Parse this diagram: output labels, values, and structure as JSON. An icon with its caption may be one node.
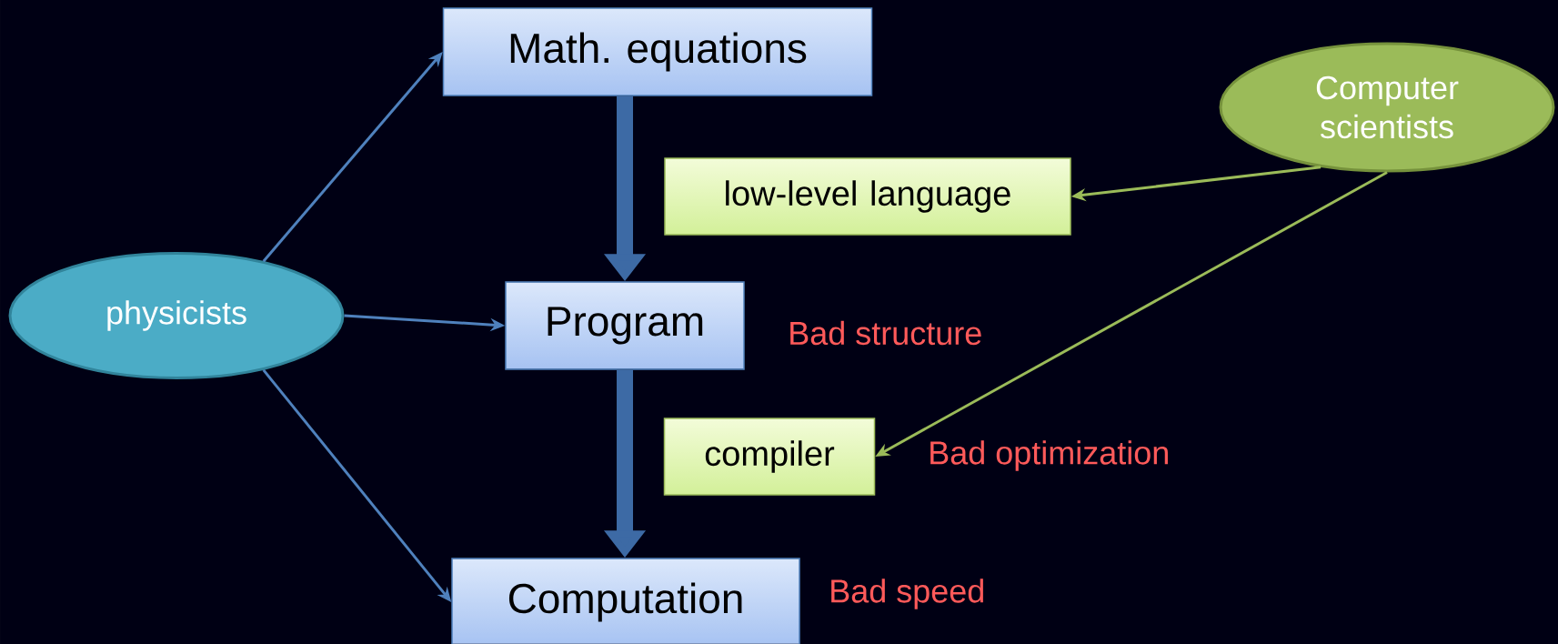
{
  "diagram": {
    "nodes": [
      {
        "text": [
          "physicists"
        ]
      },
      {
        "text": [
          "Math. equations"
        ]
      },
      {
        "text": [
          "Computer scientists"
        ]
      },
      {
        "text": [
          "low-level language"
        ]
      },
      {
        "text": [
          "Program"
        ]
      },
      {
        "text": [
          "compiler"
        ]
      },
      {
        "text": [
          "Computation"
        ]
      }
    ],
    "edges": [
      {
        "from": 0,
        "to": 1,
        "arrow": "to"
      },
      {
        "from": 0,
        "to": 4,
        "arrow": "to"
      },
      {
        "from": 0,
        "to": 6,
        "arrow": "to"
      },
      {
        "from": 1,
        "to": 4,
        "arrow": "to",
        "style": "thick",
        "color": "#3d6aa5"
      },
      {
        "from": 4,
        "to": 6,
        "arrow": "to",
        "style": "thick",
        "color": "#3d6aa5"
      },
      {
        "from": 2,
        "to": 3,
        "arrow": "to",
        "color": "#9bbb59"
      },
      {
        "from": 2,
        "to": 5,
        "arrow": "to",
        "color": "#9bbb59"
      }
    ],
    "labels": [
      "Bad structure",
      "Bad optimization",
      "Bad speed"
    ]
  }
}
